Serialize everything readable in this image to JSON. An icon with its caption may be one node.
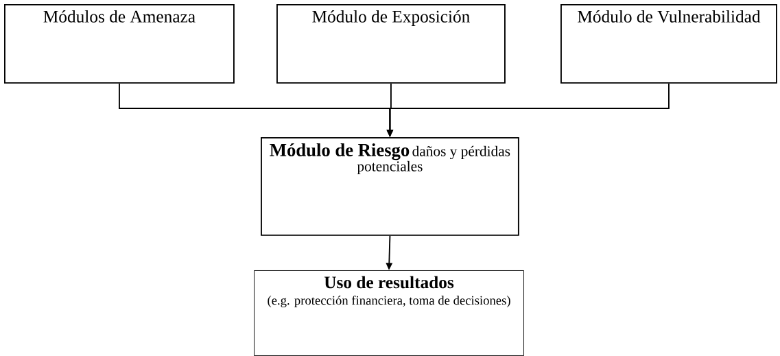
{
  "diagram": {
    "nodes": [
      {
        "text": [
          "Módulos de Amenaza"
        ]
      },
      {
        "text": [
          "Módulo de Exposición"
        ]
      },
      {
        "text": [
          "Módulo de Vulnerabilidad"
        ]
      },
      {
        "text": [
          "Módulo de Riesgo",
          "daños y pérdidas potenciales"
        ]
      },
      {
        "text": [
          "Uso de resultados",
          "(e.g. protección financiera, toma de decisiones)"
        ]
      }
    ],
    "edges": [
      {
        "from": 0,
        "to": 3,
        "arrow": "to"
      },
      {
        "from": 1,
        "to": 3,
        "arrow": "to"
      },
      {
        "from": 2,
        "to": 3,
        "arrow": "to"
      },
      {
        "from": 3,
        "to": 4,
        "arrow": "to"
      }
    ]
  }
}
